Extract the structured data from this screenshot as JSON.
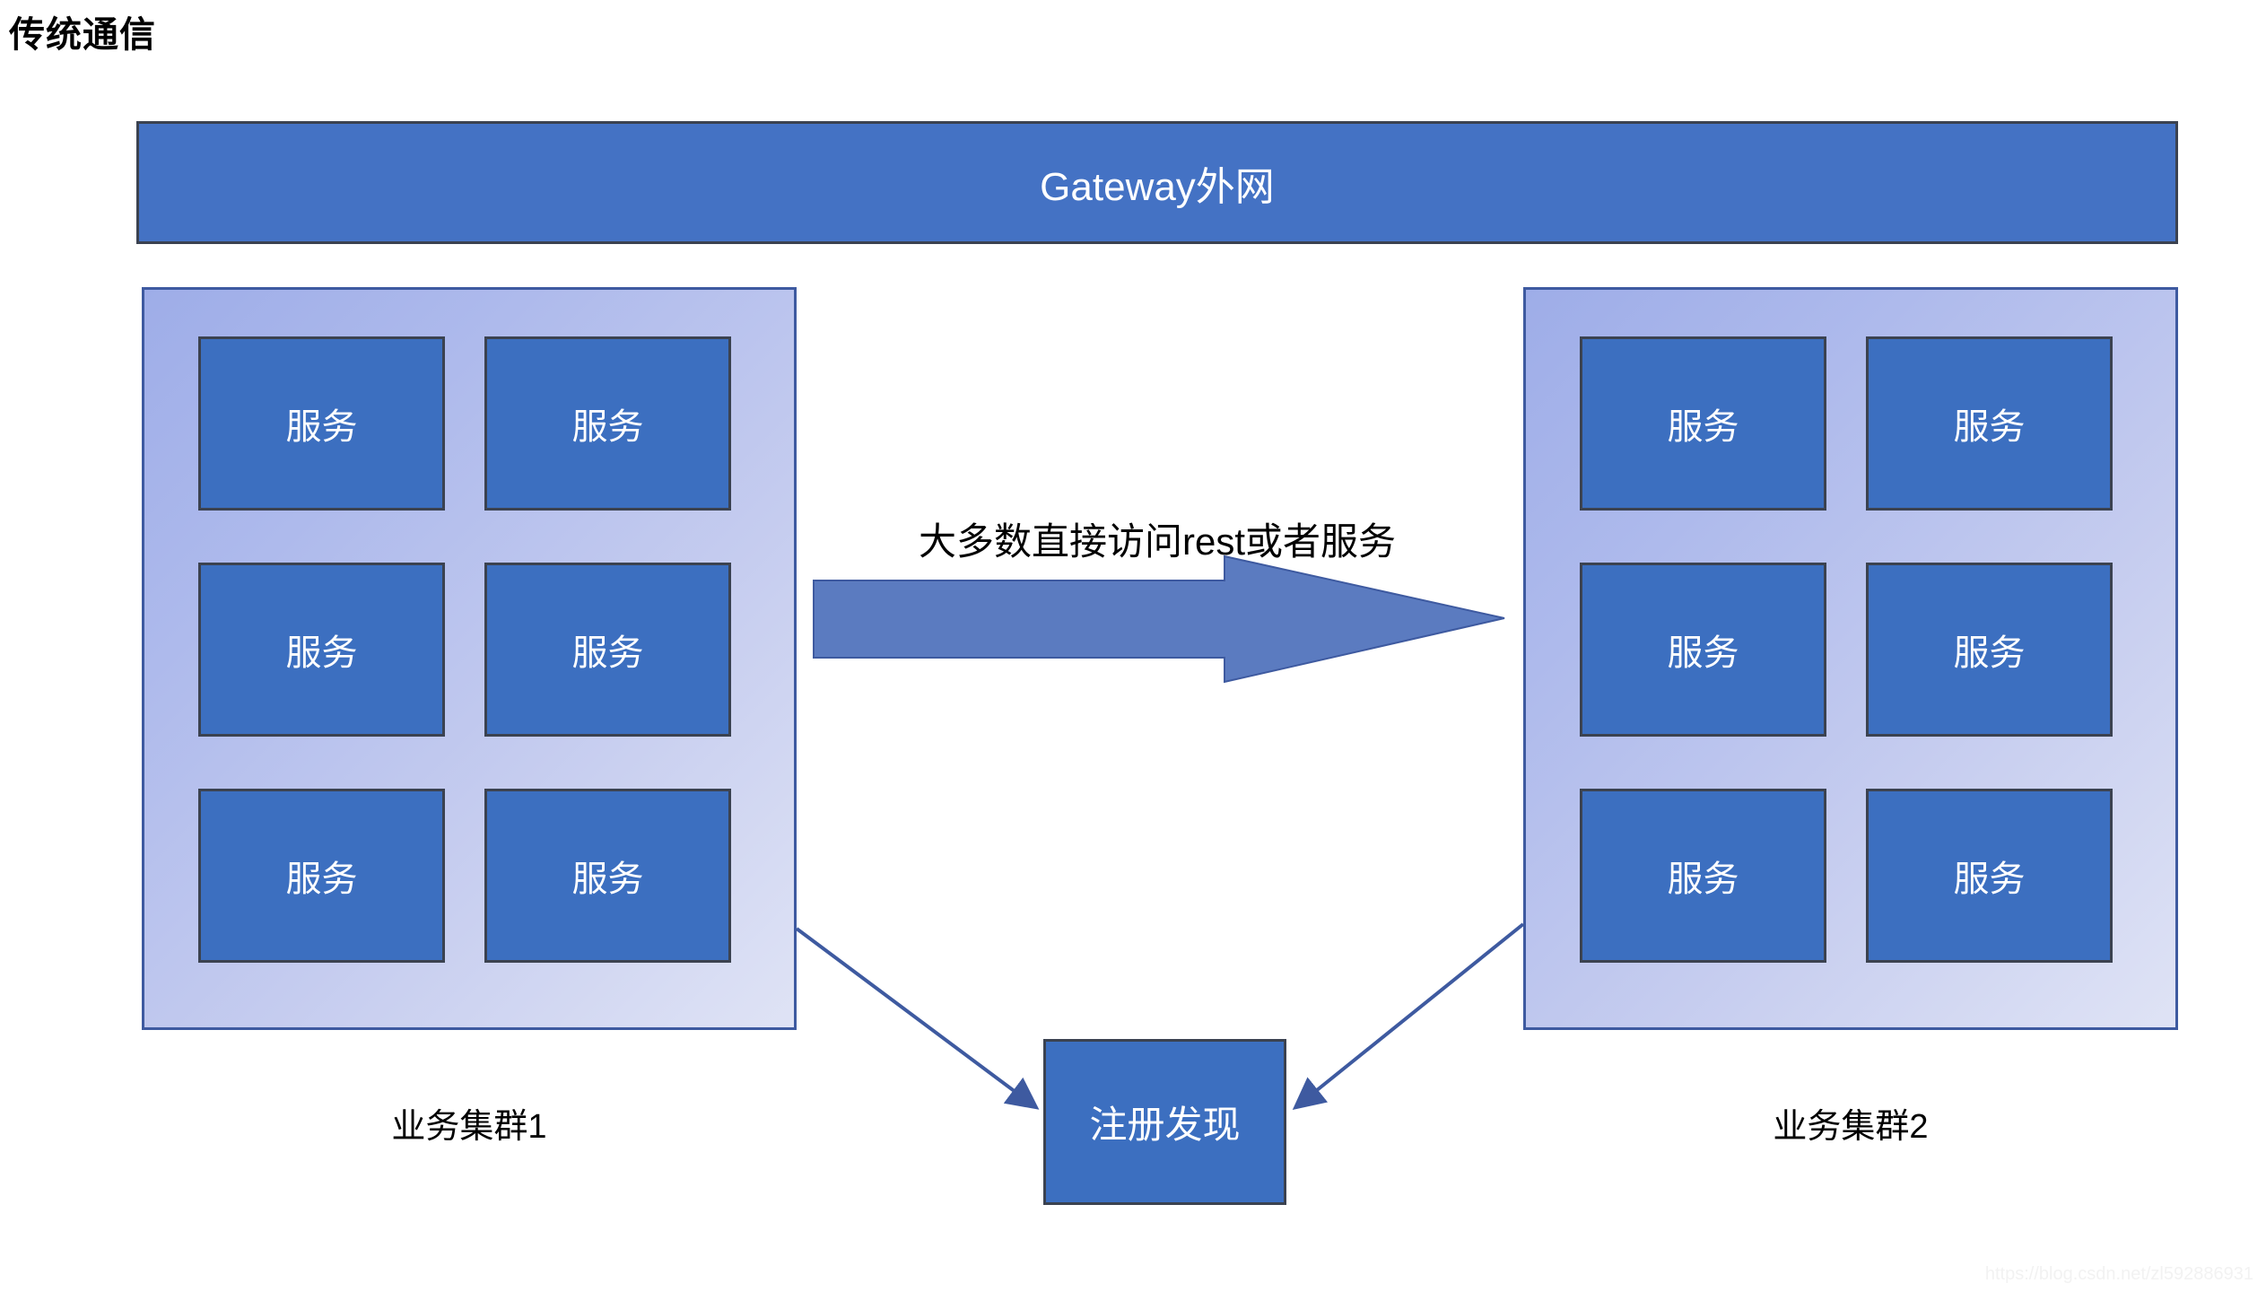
{
  "page": {
    "title": "传统通信",
    "background_color": "#FFFFFF"
  },
  "gateway": {
    "label": "Gateway外网",
    "fill_color": "#4472C4",
    "border_color": "#3B4250",
    "text_color": "#FFFFFF"
  },
  "clusters": [
    {
      "id": "cluster-left",
      "caption": "业务集群1",
      "fill_start_color": "#9EADE8",
      "fill_end_color": "#DFE3F5",
      "border_color": "#3E5AA0",
      "services": [
        {
          "label": "服务"
        },
        {
          "label": "服务"
        },
        {
          "label": "服务"
        },
        {
          "label": "服务"
        },
        {
          "label": "服务"
        },
        {
          "label": "服务"
        }
      ]
    },
    {
      "id": "cluster-right",
      "caption": "业务集群2",
      "fill_start_color": "#9EADE8",
      "fill_end_color": "#DFE3F5",
      "border_color": "#3E5AA0",
      "services": [
        {
          "label": "服务"
        },
        {
          "label": "服务"
        },
        {
          "label": "服务"
        },
        {
          "label": "服务"
        },
        {
          "label": "服务"
        },
        {
          "label": "服务"
        }
      ]
    }
  ],
  "service_style": {
    "fill_color": "#3C6FC0",
    "border_color": "#3B4250",
    "text_color": "#FFFFFF"
  },
  "flow_arrow": {
    "caption": "大多数直接访问rest或者服务",
    "fill_color": "#5B7BC0",
    "border_color": "#3E5AA0",
    "direction": "right"
  },
  "registry": {
    "label": "注册发现",
    "fill_color": "#3C6FC0",
    "border_color": "#3B4250",
    "text_color": "#FFFFFF"
  },
  "connectors": [
    {
      "from": "cluster-left",
      "to": "registry",
      "color": "#3E5AA0"
    },
    {
      "from": "cluster-right",
      "to": "registry",
      "color": "#3E5AA0"
    }
  ],
  "watermark": {
    "text": "https://blog.csdn.net/zl592886931",
    "color": "#F2F2F2"
  }
}
